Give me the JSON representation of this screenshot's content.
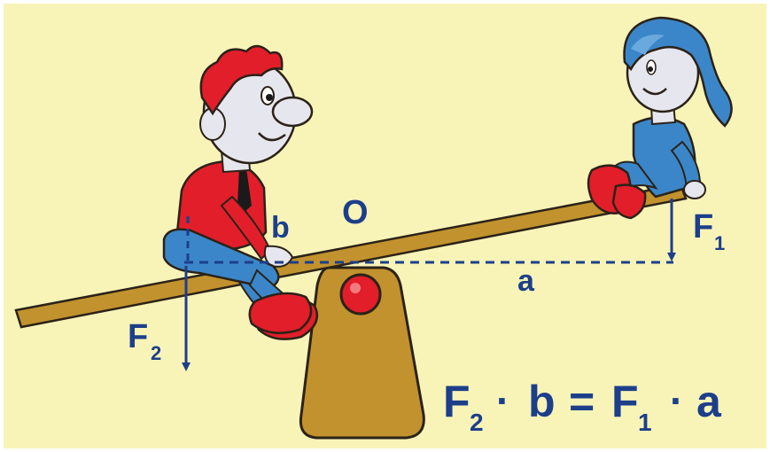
{
  "labels": {
    "pivot": "O",
    "short_arm": "b",
    "long_arm": "a",
    "force_right": {
      "symbol": "F",
      "subscript": "1"
    },
    "force_left": {
      "symbol": "F",
      "subscript": "2"
    }
  },
  "equation": {
    "left_force": {
      "symbol": "F",
      "subscript": "2"
    },
    "left_op": "·",
    "left_arm": "b",
    "equals": "=",
    "right_force": {
      "symbol": "F",
      "subscript": "1"
    },
    "right_op": "·",
    "right_arm": "a"
  },
  "colors": {
    "background": "#f8f4b8",
    "plank": "#c2922e",
    "label": "#1d3f8a",
    "boy_shirt": "#e21e2a",
    "girl_outfit": "#3b86c9"
  },
  "icons": [
    "boy-figure",
    "girl-figure",
    "fulcrum-icon"
  ]
}
